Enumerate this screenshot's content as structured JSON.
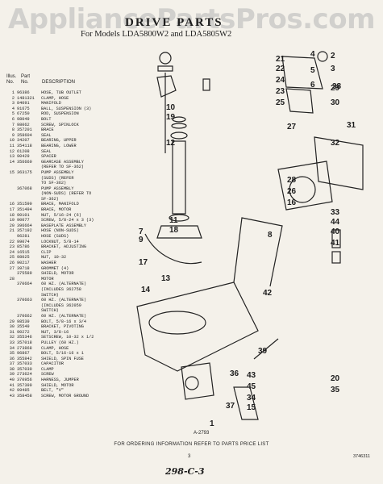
{
  "watermark": "AppliancePartsPros.com",
  "title": "DRIVE PARTS",
  "subtitle": "For Models LDA5800W2 and LDA5805W2",
  "columns": {
    "illus_no": "Illus.\nNo.",
    "part_no": "Part\nNo.",
    "description": "DESCRIPTION"
  },
  "parts": [
    {
      "no": "1",
      "pn": "96386",
      "desc": "HOSE, TUB OUTLET"
    },
    {
      "no": "2",
      "pn": "1481321",
      "desc": "CLAMP, HOSE"
    },
    {
      "no": "3",
      "pn": "84091",
      "desc": "MANIFOLD"
    },
    {
      "no": "4",
      "pn": "91675",
      "desc": "BALL, SUSPENSION (3)"
    },
    {
      "no": "5",
      "pn": "67250",
      "desc": "ROD, SUSPENSION"
    },
    {
      "no": "6",
      "pn": "98049",
      "desc": "BOLT"
    },
    {
      "no": "7",
      "pn": "98062",
      "desc": "SCREW, SPINLOCK"
    },
    {
      "no": "8",
      "pn": "357201",
      "desc": "BRACE"
    },
    {
      "no": "9",
      "pn": "358604",
      "desc": "SEAL"
    },
    {
      "no": "10",
      "pn": "34207",
      "desc": "BEARING, UPPER"
    },
    {
      "no": "11",
      "pn": "354118",
      "desc": "BEARING, LOWER"
    },
    {
      "no": "12",
      "pn": "61208",
      "desc": "SEAL"
    },
    {
      "no": "13",
      "pn": "90429",
      "desc": "SPACER"
    },
    {
      "no": "14",
      "pn": "356660",
      "desc": "GEARCASE ASSEMBLY"
    },
    {
      "no": "",
      "pn": "",
      "desc": "(REFER TO SF-362)"
    },
    {
      "no": "15",
      "pn": "363175",
      "desc": "PUMP ASSEMBLY"
    },
    {
      "no": "",
      "pn": "",
      "desc": "(SUDS) (REFER"
    },
    {
      "no": "",
      "pn": "",
      "desc": "TO SF-362)"
    },
    {
      "no": "",
      "pn": "367068",
      "desc": "PUMP ASSEMBLY"
    },
    {
      "no": "",
      "pn": "",
      "desc": "(NON-SUDS) (REFER TO"
    },
    {
      "no": "",
      "pn": "",
      "desc": "SF-362)"
    },
    {
      "no": "16",
      "pn": "351590",
      "desc": "BRACE, MANIFOLD"
    },
    {
      "no": "17",
      "pn": "351494",
      "desc": "BRACE, MOTOR"
    },
    {
      "no": "18",
      "pn": "90101",
      "desc": "NUT, 5/16-24 (6)"
    },
    {
      "no": "19",
      "pn": "90077",
      "desc": "SCREW, 5/8-24 x 3 (3)"
    },
    {
      "no": "20",
      "pn": "396664",
      "desc": "BASEPLATE ASSEMBLY"
    },
    {
      "no": "21",
      "pn": "357192",
      "desc": "HOSE (NON-SUDS)"
    },
    {
      "no": "",
      "pn": "96281",
      "desc": "HOSE (SUDS)"
    },
    {
      "no": "22",
      "pn": "99074",
      "desc": "LOCKNUT, 5/8-14"
    },
    {
      "no": "23",
      "pn": "85786",
      "desc": "BRACKET, ADJUSTING"
    },
    {
      "no": "24",
      "pn": "16515",
      "desc": "CLIP"
    },
    {
      "no": "25",
      "pn": "98025",
      "desc": "NUT, 10-32"
    },
    {
      "no": "26",
      "pn": "90217",
      "desc": "WASHER"
    },
    {
      "no": "27",
      "pn": "39718",
      "desc": "GROMMET (4)"
    },
    {
      "no": "",
      "pn": "375589",
      "desc": "SHIELD, MOTOR"
    },
    {
      "no": "28",
      "pn": "",
      "desc": "MOTOR"
    },
    {
      "no": "",
      "pn": "370664",
      "desc": "60 HZ. (ALTERNATE)"
    },
    {
      "no": "",
      "pn": "",
      "desc": "(INCLUDES 362758"
    },
    {
      "no": "",
      "pn": "",
      "desc": "SWITCH)"
    },
    {
      "no": "",
      "pn": "370663",
      "desc": "60 HZ. (ALTERNATE)"
    },
    {
      "no": "",
      "pn": "",
      "desc": "(INCLUDES 362059"
    },
    {
      "no": "",
      "pn": "",
      "desc": "SWITCH)"
    },
    {
      "no": "",
      "pn": "370662",
      "desc": "60 HZ. (ALTERNATE)"
    },
    {
      "no": "29",
      "pn": "98539",
      "desc": "BOLT, 5/8-16 x 3/4"
    },
    {
      "no": "30",
      "pn": "35549",
      "desc": "BRACKET, PIVOTING"
    },
    {
      "no": "31",
      "pn": "90272",
      "desc": "NUT, 3/8-16"
    },
    {
      "no": "32",
      "pn": "355346",
      "desc": "SETSCREW, 10-32 x 1/2"
    },
    {
      "no": "33",
      "pn": "357018",
      "desc": "PULLEY (60 HZ.)"
    },
    {
      "no": "34",
      "pn": "273868",
      "desc": "CLAMP, HOSE"
    },
    {
      "no": "35",
      "pn": "96867",
      "desc": "BOLT, 5/16-16 x 1"
    },
    {
      "no": "36",
      "pn": "355842",
      "desc": "SHIELD, SPIN FUSE"
    },
    {
      "no": "37",
      "pn": "357033",
      "desc": "CAPACITOR"
    },
    {
      "no": "38",
      "pn": "357030",
      "desc": "CLAMP"
    },
    {
      "no": "39",
      "pn": "273624",
      "desc": "SCREW"
    },
    {
      "no": "40",
      "pn": "370956",
      "desc": "HARNESS, JUMPER"
    },
    {
      "no": "41",
      "pn": "357399",
      "desc": "SHIELD, MOTOR"
    },
    {
      "no": "42",
      "pn": "99485",
      "desc": "BELT, \"V\""
    },
    {
      "no": "43",
      "pn": "358458",
      "desc": "SCREW, MOTOR GROUND"
    }
  ],
  "callouts": [
    "4",
    "5",
    "6",
    "38",
    "10",
    "19",
    "12",
    "11",
    "18",
    "7",
    "9",
    "17",
    "13",
    "14",
    "21",
    "22",
    "24",
    "23",
    "25",
    "27",
    "28",
    "26",
    "16",
    "8",
    "2",
    "3",
    "29",
    "30",
    "31",
    "32",
    "33",
    "44",
    "40",
    "41",
    "42",
    "43",
    "45",
    "34",
    "15",
    "20",
    "35",
    "36",
    "37",
    "1",
    "39"
  ],
  "figure_id": "A-2793",
  "footer": "FOR ORDERING INFORMATION REFER TO PARTS PRICE LIST",
  "page_number": "3",
  "doc_code": "3746311",
  "handwritten": "298-C-3"
}
